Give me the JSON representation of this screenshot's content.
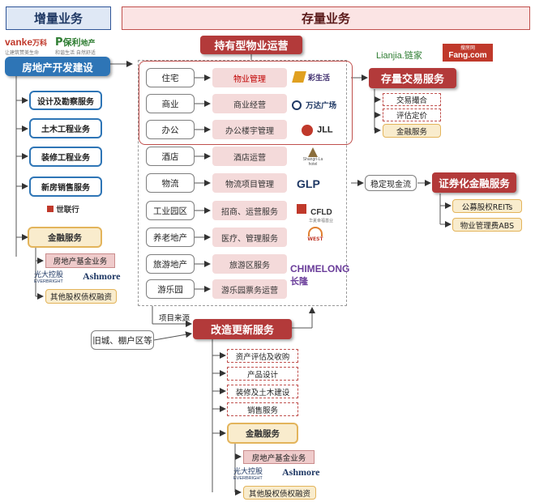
{
  "headers": {
    "incremental": "增量业务",
    "stock": "存量业务"
  },
  "developer_logos": {
    "vanke_en": "vanke",
    "vanke_cn": "万科",
    "vanke_tag": "让建筑赞美生命",
    "baoli_cn": "保利",
    "baoli_suffix": "地产",
    "baoli_tag": "和谐生活 自然舒适"
  },
  "left_column": {
    "main": "房地产开发建设",
    "services": [
      "设计及勘察服务",
      "土木工程业务",
      "装修工程业务",
      "新房销售服务"
    ],
    "sales_logo": "世联行",
    "finance": {
      "title": "金融服务",
      "items": [
        "房地产基金业务",
        "其他股权债权融资"
      ],
      "logo_everbright_cn": "光大控股",
      "logo_everbright_en": "EVERBRIGHT",
      "logo_ashmore": "Ashmore"
    }
  },
  "hold_ops": {
    "title": "持有型物业运营",
    "rows": [
      {
        "type": "住宅",
        "service": "物业管理",
        "logo": "彩生活",
        "highlight": true
      },
      {
        "type": "商业",
        "service": "商业经营",
        "logo": "万达广场",
        "highlight": false
      },
      {
        "type": "办公",
        "service": "办公楼宇管理",
        "logo": "JLL",
        "highlight": false
      },
      {
        "type": "酒店",
        "service": "酒店运营",
        "logo": "Shangri-La hotel",
        "highlight": false
      },
      {
        "type": "物流",
        "service": "物流项目管理",
        "logo": "GLP",
        "highlight": false
      },
      {
        "type": "工业园区",
        "service": "招商、运营服务",
        "logo": "CFLD",
        "highlight": false
      },
      {
        "type": "养老地产",
        "service": "医疗、管理服务",
        "logo": "WEST",
        "highlight": false
      },
      {
        "type": "旅游地产",
        "service": "旅游区服务",
        "logo": "",
        "highlight": false
      },
      {
        "type": "游乐园",
        "service": "游乐园票务运营",
        "logo": "CHIMELONG",
        "highlight": false
      }
    ],
    "cfld_cn": "华夏幸福基业",
    "chimelong_cn": "长隆"
  },
  "trade": {
    "logo_lianjia": "Lianjia.链家",
    "logo_fang_cn": "搜房网",
    "logo_fang": "Fang.com",
    "title": "存量交易服务",
    "items": [
      "交易撮合",
      "评估定价",
      "金融服务"
    ]
  },
  "securitization": {
    "arrow_label": "稳定现金流",
    "title": "证券化金融服务",
    "items": [
      "公募股权REITs",
      "物业管理费ABS"
    ]
  },
  "renewal": {
    "source_label": "项目来源",
    "input": "旧城、棚户区等",
    "title": "改造更新服务",
    "items": [
      "资产评估及收购",
      "产品设计",
      "装修及土木建设",
      "销售服务"
    ],
    "finance": {
      "title": "金融服务",
      "items": [
        "房地产基金业务",
        "其他股权债权融资"
      ],
      "logo_everbright_cn": "光大控股",
      "logo_everbright_en": "EVERBRIGHT",
      "logo_ashmore": "Ashmore"
    }
  },
  "colors": {
    "dark_red": "#b33a3a",
    "blue": "#2e75b6",
    "sand": "#f9eccd",
    "rose": "#efcbcb"
  }
}
